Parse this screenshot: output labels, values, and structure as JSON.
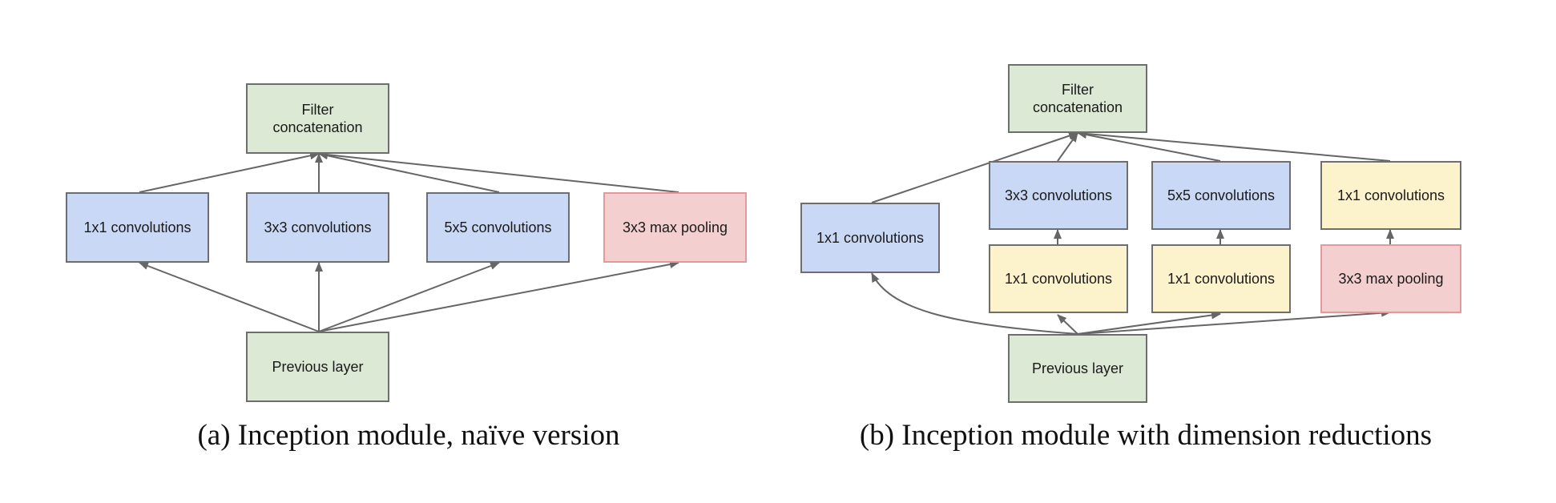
{
  "diagram_a": {
    "filter_concat": "Filter\nconcatenation",
    "conv1x1": "1x1 convolutions",
    "conv3x3": "3x3 convolutions",
    "conv5x5": "5x5 convolutions",
    "maxpool": "3x3 max pooling",
    "prev_layer": "Previous layer",
    "caption": "(a)  Inception module, naïve version"
  },
  "diagram_b": {
    "filter_concat": "Filter\nconcatenation",
    "conv1x1_left": "1x1 convolutions",
    "conv3x3": "3x3 convolutions",
    "conv5x5": "5x5 convolutions",
    "conv1x1_top_right": "1x1 convolutions",
    "reduce_3x3": "1x1 convolutions",
    "reduce_5x5": "1x1 convolutions",
    "maxpool": "3x3 max pooling",
    "prev_layer": "Previous layer",
    "caption": "(b)  Inception module with dimension reductions"
  },
  "colors": {
    "green": "#dce9d5",
    "blue": "#c9d8f5",
    "yellow": "#fcf2cc",
    "pink": "#f3cfd0",
    "arrow": "#666666"
  }
}
